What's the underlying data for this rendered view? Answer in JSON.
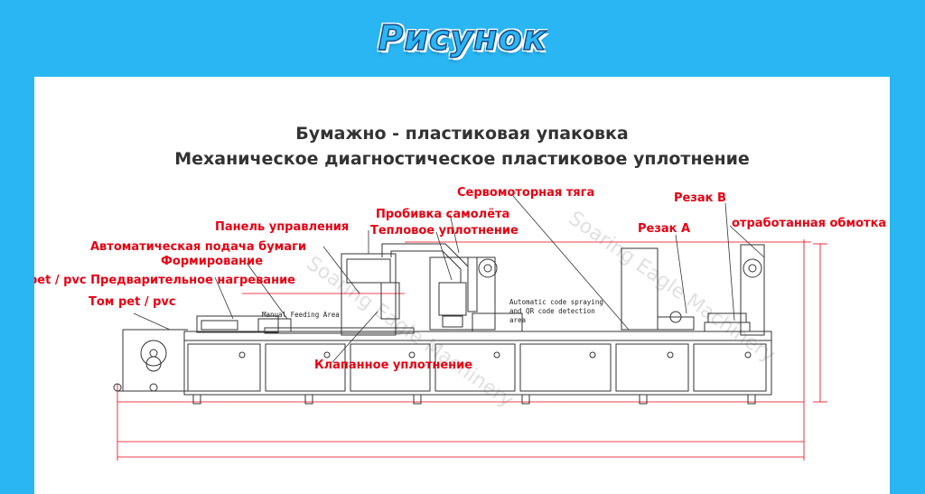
{
  "banner": {
    "title": "Рисунок"
  },
  "diagram": {
    "title_line1": "Бумажно - пластиковая упаковка",
    "title_line2": "Механическое диагностическое пластиковое уплотнение"
  },
  "labels": {
    "servo": "Сервомоторная тяга",
    "cutter_b": "Резак B",
    "airplane_punch": "Пробивка самолёта",
    "control_panel": "Панель управления",
    "cutter_a": "Резак A",
    "waste_winding": "отработанная обмотка",
    "heat_seal": "Тепловое уплотнение",
    "auto_paper_feed": "Автоматическая подача бумаги",
    "forming": "Формирование",
    "preheat": "pet / pvc Предварительное нагревание",
    "roll": "Том pet / pvc",
    "valve_seal": "Клапанное уплотнение"
  },
  "annotations": {
    "manual_feeding": "Manual Feeding Area",
    "auto_code_1": "Automatic code spraying",
    "auto_code_2": "and QR code detection",
    "auto_code_3": "area"
  },
  "watermark": "Soaring Eagle Machinery",
  "colors": {
    "banner": "#29b6f2",
    "label": "#e60012",
    "line": "#333333",
    "dim": "#e60012"
  }
}
